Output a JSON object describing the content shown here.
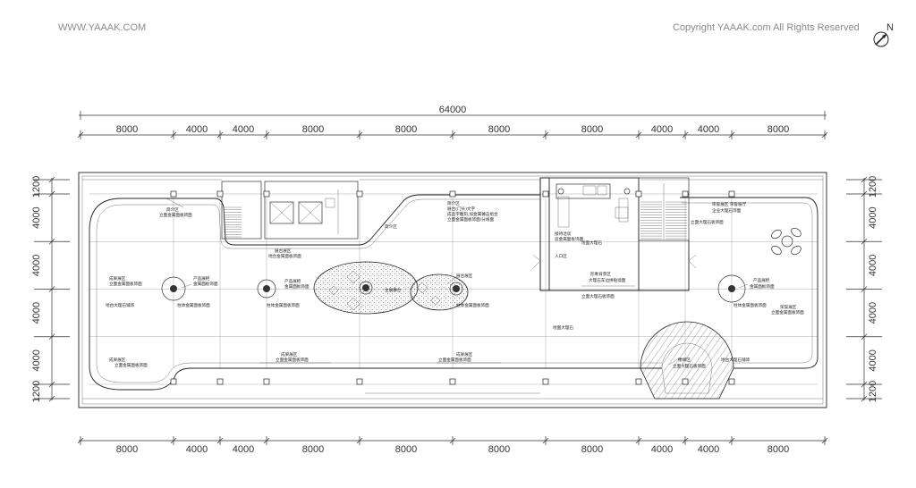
{
  "watermark": {
    "site": "WWW.YAAAK.COM",
    "copyright": "Copyright YAAAK.com All Rights Reserved",
    "north": "N"
  },
  "dimensions": {
    "total": "64000",
    "bays": [
      "8000",
      "4000",
      "4000",
      "8000",
      "8000",
      "8000",
      "8000",
      "4000",
      "4000",
      "8000"
    ],
    "rows": [
      "1200",
      "4000",
      "4000",
      "4000",
      "4000",
      "1200"
    ]
  },
  "labels": {
    "intro_zone": "简介区",
    "intro_top": "简介区",
    "intro_display": "展台(门头)文字",
    "intro_mat1": "成品字雕刻,加金属锤击组合",
    "intro_mat2": "立面金属面板饰面/分线面",
    "wall_panel": "立面金属面板饰面",
    "product_left": "产品展柜",
    "product_mat": "金属面板饰面",
    "result_zone": "成果展区",
    "result_mat": "立面金属面板饰面",
    "floor_marble": "地台大理石铺饰",
    "column_clad": "柱体金属面板饰面",
    "bright_zone": "展台展区",
    "product_mid": "产品展柜",
    "main_stage": "主展舞台",
    "stage_mat": "地台金属面板饰面",
    "entrance": "入口区",
    "reception": "接待洽谈",
    "reception_mat": "造金属面板饰面",
    "floor_marble2": "地面大理石",
    "bg_wall": "形象背景区",
    "bg_wall_mat": "大理石车边拼贴墙面",
    "bg_wall_mat2": "立面大理石板饰面",
    "floor_name": "地面大理石",
    "tech_zone": "荣誉展区 荣誉展厅",
    "tech_mat": "企业大理石饰面",
    "tech_mat2": "立面大理石板饰面",
    "product_right": "产品展柜",
    "product_right_mat": "金属面板饰面",
    "honor_zone": "荣誉展区",
    "honor_mat": "立面金属面板饰面",
    "result_bottom1": "成果展区",
    "result_bottom1_mat": "立面金属面板饰面",
    "result_bottom2": "成果展区",
    "result_bottom2_mat": "立面金属面板饰面",
    "result_bottom3": "成果展区",
    "result_bottom3_mat": "立面金属面板饰面",
    "stair_zone": "楼梯区",
    "stair_mat": "立面大理石板饰面",
    "stair_floor": "地台大理石铺饰"
  }
}
